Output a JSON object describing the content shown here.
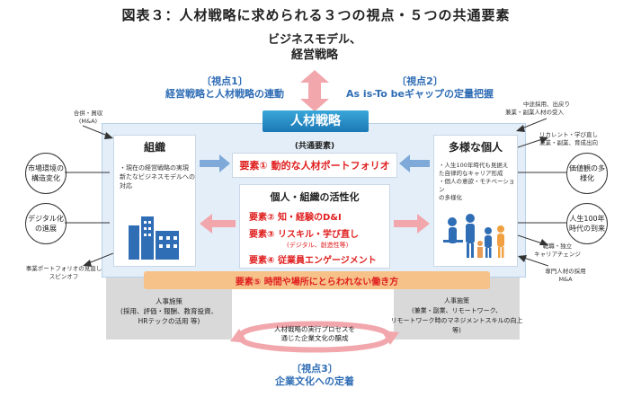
{
  "title": "図表３：人材戦略に求められる３つの視点・５つの共通要素",
  "top": {
    "line1": "ビジネスモデル、",
    "line2": "経営戦略"
  },
  "view1": {
    "label": "〔視点1〕",
    "text": "経営戦略と人材戦略の連動"
  },
  "view2": {
    "label": "〔視点2〕",
    "text": "As is-To beギャップの定量把握"
  },
  "view3": {
    "label": "〔視点3〕",
    "text": "企業文化への定着"
  },
  "banner": "人材戦略",
  "org": {
    "title": "組織",
    "bullet1": "・現在の経営戦略の実現",
    "bullet2": "新たなビジネスモデルへの",
    "bullet3": "対応"
  },
  "individual": {
    "title": "多様な個人",
    "bullet1": "・人生100年時代も見据え",
    "bullet2": "た自律的なキャリア形成",
    "bullet3": "・個人の意欲・モチベーション",
    "bullet4": "の多様化"
  },
  "common_label": "(共通要素)",
  "element1": "要素① 動的な人材ポートフォリオ",
  "activation_title": "個人・組織の活性化",
  "element2": "要素② 知・経験のD&I",
  "element3": "要素③ リスキル・学び直し",
  "element3_sub": "(デジタル、創造性等)",
  "element4": "要素④ 従業員エンゲージメント",
  "element5": "要素⑤ 時間や場所にとらわれない働き方",
  "hr_left": {
    "title": "人事施策",
    "line1": "(採用、評価・報酬、教育投資、",
    "line2": "HRテックの活用 等)"
  },
  "hr_right": {
    "title": "人事施策",
    "line1": "(兼業・副業、リモートワーク、",
    "line2": "リモートワーク時のマネジメントスキルの向上 等)"
  },
  "culture": {
    "line1": "人材戦略の実行プロセスを",
    "line2": "通じた企業文化の醸成"
  },
  "circles": {
    "market": "市場環境の構造変化",
    "digital": "デジタル化の進展",
    "values": "価値観の多様化",
    "life100": "人生100年時代の到来"
  },
  "notes": {
    "ma_top": "合併・買収",
    "ma_top2": "(M&A)",
    "portfolio_review": "事業ポートフォリオの見直し",
    "spinoff": "スピンオフ",
    "mid_hire": "中途採用、出戻り",
    "side_job_accept": "兼業・副業人材の受入",
    "recurrent": "リカレント・学び直し",
    "side_job": "兼業・副業、育成出向",
    "career_change": "転職・独立",
    "career_change2": "キャリアチェンジ",
    "expert_hire": "専門人材の採用",
    "expert_hire2": "M&A"
  },
  "colors": {
    "view": "#2f6db5",
    "element": "#e02020",
    "banner": "#1b78b5",
    "arrow_pink": "#f2a7ad",
    "arrow_blue": "#7fa9d8",
    "orange": "#f7c28a"
  }
}
